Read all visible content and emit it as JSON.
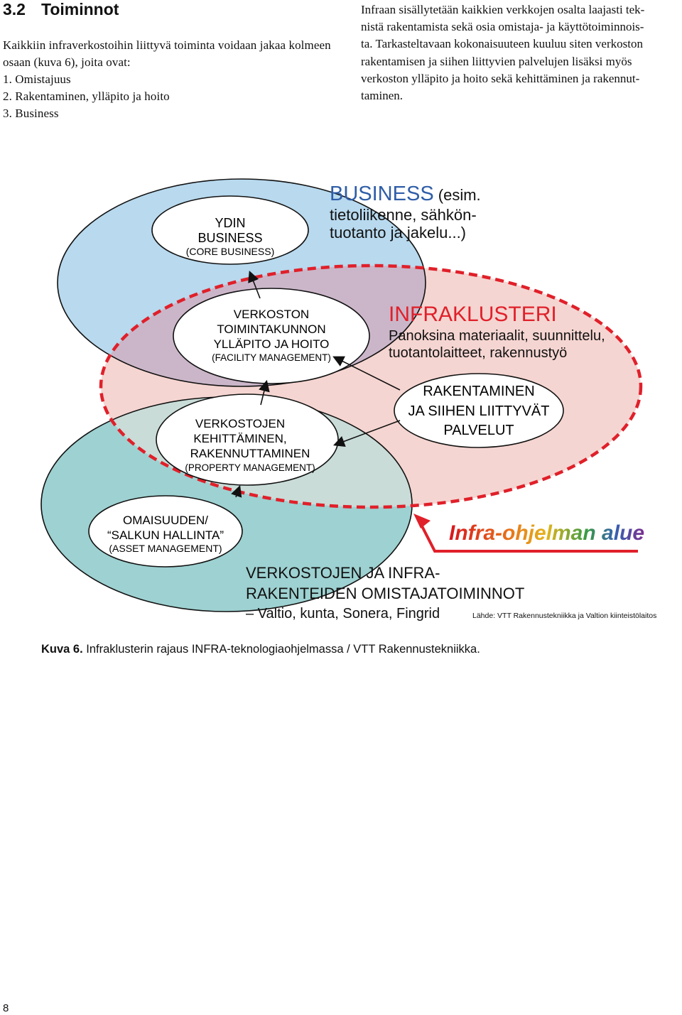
{
  "section": {
    "number": "3.2",
    "title": "Toiminnot"
  },
  "left_text": {
    "intro": "Kaikkiin infraverkostoihin liittyvä toiminta voidaan jakaa kolmeen osaan (kuva 6), joita ovat:",
    "items": [
      "1. Omistajuus",
      "2. Rakentaminen, ylläpito ja hoito",
      "3. Business"
    ]
  },
  "right_text": {
    "lines": [
      "Infraan sisällytetään kaikkien verkkojen osalta laajasti tek-",
      "nistä rakentamista sekä osia omistaja- ja käyttötoiminnois-",
      "ta. Tarkasteltavaan kokonaisuuteen kuuluu siten verkoston",
      "rakentamisen ja siihen liittyvien palvelujen lisäksi myös",
      "verkoston ylläpito ja hoito sekä kehittäminen ja rakennut-",
      "taminen."
    ]
  },
  "figure": {
    "business_label": {
      "line1a": "BUSINESS",
      "line1b": " (esim.",
      "line2": "tietoliikenne, sähkön-",
      "line3": "tuotanto ja jakelu...)"
    },
    "core": {
      "line1": "YDIN",
      "line2": "BUSINESS",
      "line3": "(CORE BUSINESS)"
    },
    "facility": {
      "line1": "VERKOSTON",
      "line2": "TOIMINTAKUNNON",
      "line3": "YLLÄPITO JA HOITO",
      "line4": "(FACILITY MANAGEMENT)"
    },
    "infra": {
      "title": "INFRAKLUSTERI",
      "line1": "Panoksina materiaalit, suunnittelu,",
      "line2": "tuotantolaitteet, rakennustyö"
    },
    "construction": {
      "line1": "RAKENTAMINEN",
      "line2": "JA SIIHEN LIITTYVÄT",
      "line3": "PALVELUT"
    },
    "property": {
      "line1": "VERKOSTOJEN",
      "line2": "KEHITTÄMINEN,",
      "line3": "RAKENNUTTAMINEN",
      "line4": "(PROPERTY MANAGEMENT)"
    },
    "asset": {
      "line1": "OMAISUUDEN/",
      "line2": "“SALKUN HALLINTA”",
      "line3": "(ASSET MANAGEMENT)"
    },
    "owners": {
      "line1": "VERKOSTOJEN JA INFRA-",
      "line2": "RAKENTEIDEN OMISTAJATOIMINNOT",
      "line3": "– Valtio, kunta, Sonera, Fingrid"
    },
    "program_label": "Infra-ohjelman alue",
    "source": "Lähde: VTT Rakennustekniikka ja Valtion kiinteistölaitos",
    "colors": {
      "business_fill": "#b8d9ee",
      "infra_fill": "#f5d5d1",
      "owner_fill": "#9ed1d1",
      "dash_red": "#e0202a",
      "title_blue": "#2f5ea8",
      "title_red": "#e0202a"
    }
  },
  "caption": {
    "label": "Kuva 6.",
    "text": " Infraklusterin rajaus INFRA-teknologiaohjelmassa / VTT Rakennustekniikka."
  },
  "page_number": "8"
}
